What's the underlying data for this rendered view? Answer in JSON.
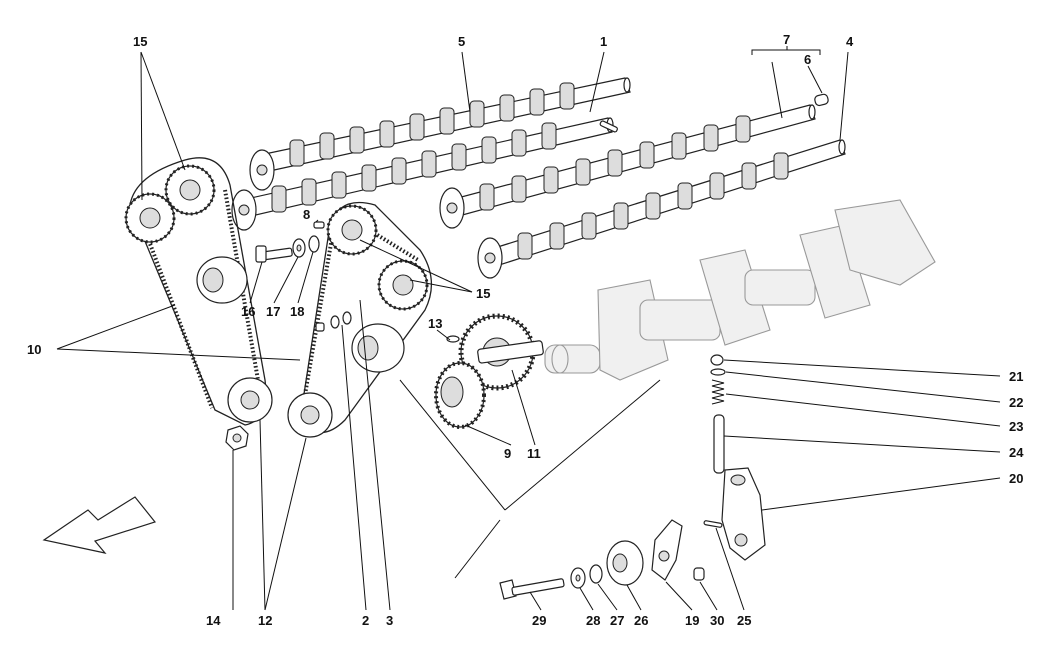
{
  "callouts": [
    {
      "id": "c15a",
      "text": "15"
    },
    {
      "id": "c5",
      "text": "5"
    },
    {
      "id": "c1",
      "text": "1"
    },
    {
      "id": "c7",
      "text": "7"
    },
    {
      "id": "c6",
      "text": "6"
    },
    {
      "id": "c4",
      "text": "4"
    },
    {
      "id": "c8",
      "text": "8"
    },
    {
      "id": "c15b",
      "text": "15"
    },
    {
      "id": "c16",
      "text": "16"
    },
    {
      "id": "c17",
      "text": "17"
    },
    {
      "id": "c18",
      "text": "18"
    },
    {
      "id": "c10",
      "text": "10"
    },
    {
      "id": "c13",
      "text": "13"
    },
    {
      "id": "c9",
      "text": "9"
    },
    {
      "id": "c11",
      "text": "11"
    },
    {
      "id": "c21",
      "text": "21"
    },
    {
      "id": "c22",
      "text": "22"
    },
    {
      "id": "c23",
      "text": "23"
    },
    {
      "id": "c24",
      "text": "24"
    },
    {
      "id": "c20",
      "text": "20"
    },
    {
      "id": "c14",
      "text": "14"
    },
    {
      "id": "c12",
      "text": "12"
    },
    {
      "id": "c2",
      "text": "2"
    },
    {
      "id": "c3",
      "text": "3"
    },
    {
      "id": "c29",
      "text": "29"
    },
    {
      "id": "c28",
      "text": "28"
    },
    {
      "id": "c27",
      "text": "27"
    },
    {
      "id": "c26",
      "text": "26"
    },
    {
      "id": "c19",
      "text": "19"
    },
    {
      "id": "c30",
      "text": "30"
    },
    {
      "id": "c25",
      "text": "25"
    }
  ]
}
